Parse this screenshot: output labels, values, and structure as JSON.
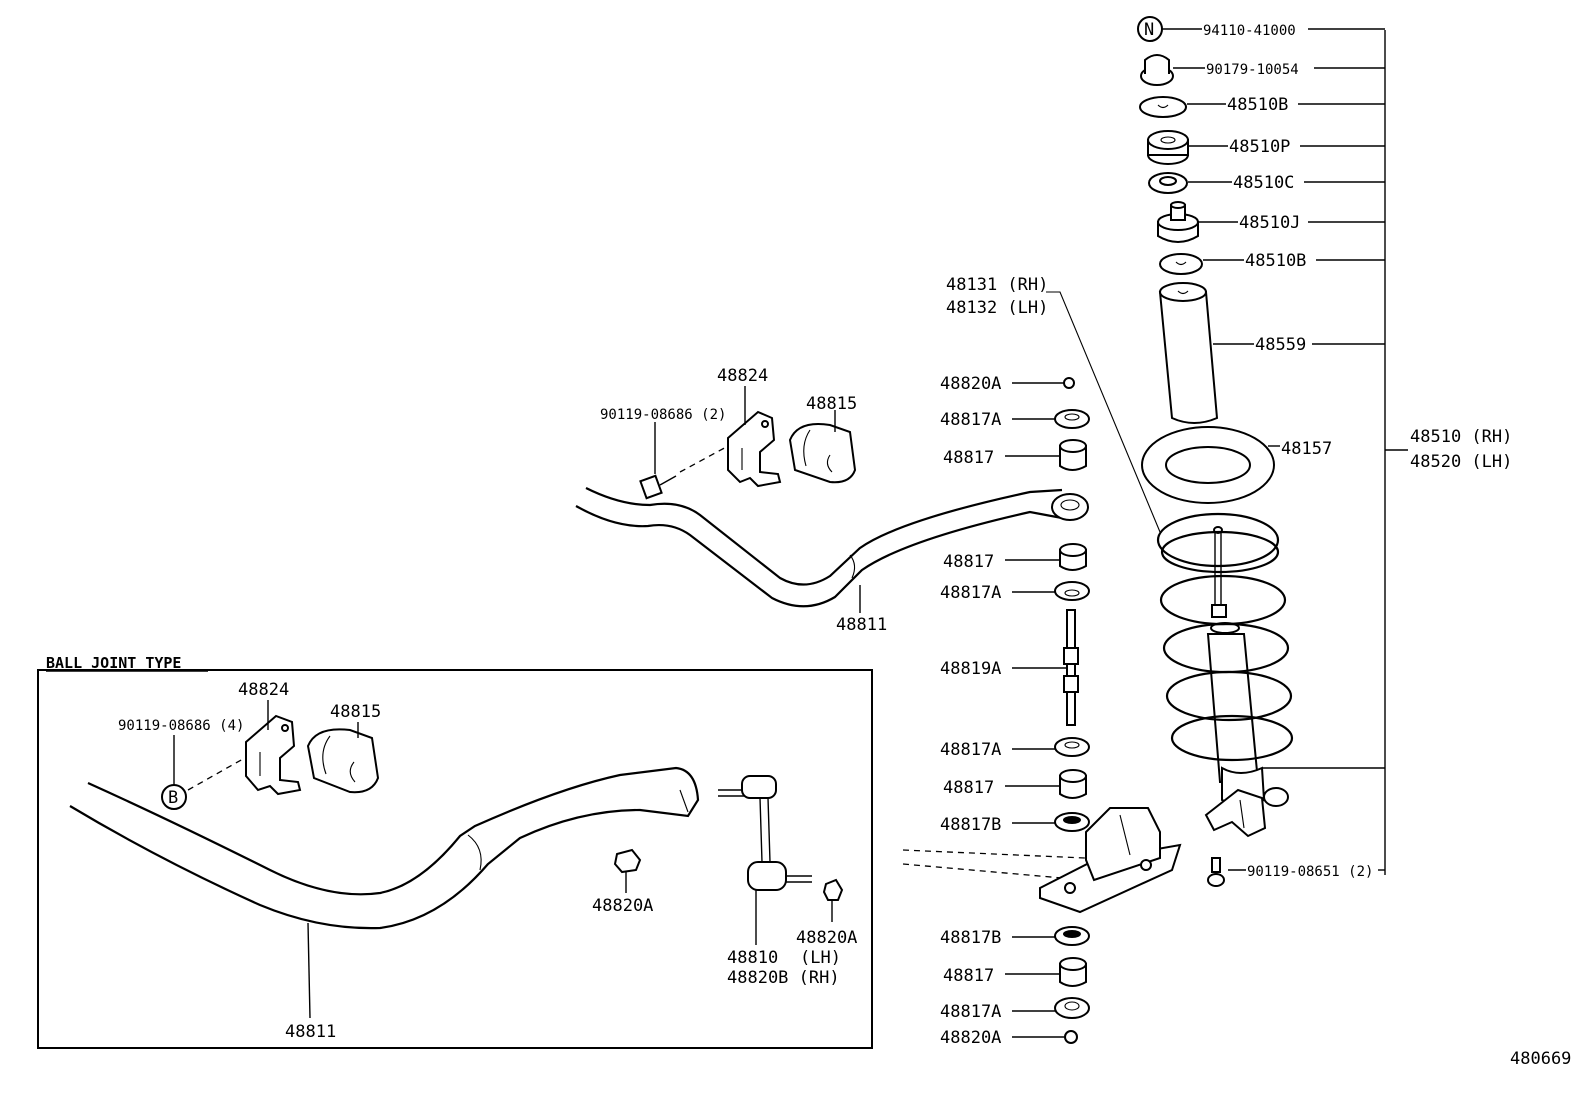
{
  "diagram_id": "480669",
  "inset_title": "BALL JOINT TYPE",
  "symbols": {
    "n": "N",
    "b": "B"
  },
  "strut": {
    "items": [
      "94110-41000",
      "90179-10054",
      "48510B",
      "48510P",
      "48510C",
      "48510J",
      "48510B",
      "48559",
      "48157"
    ],
    "assembly_rh": "48510 (RH)",
    "assembly_lh": "48520 (LH)",
    "bolt": "90119-08651 (2)",
    "spring_rh": "48131 (RH)",
    "spring_lh": "48132 (LH)"
  },
  "link": {
    "items": [
      "48820A",
      "48817A",
      "48817",
      "48817",
      "48817A",
      "48819A",
      "48817A",
      "48817",
      "48817B",
      "48817B",
      "48817",
      "48817A",
      "48820A"
    ]
  },
  "upper": {
    "bolt": "90119-08686 (2)",
    "bracket": "48824",
    "bushing": "48815",
    "bar": "48811"
  },
  "inset": {
    "bolt": "90119-08686 (4)",
    "bracket": "48824",
    "bushing": "48815",
    "nut_left": "48820A",
    "nut_right": "48820A",
    "link_lh": "48810",
    "link_lh_side": "(LH)",
    "link_rh": "48820B (RH)",
    "bar": "48811"
  }
}
